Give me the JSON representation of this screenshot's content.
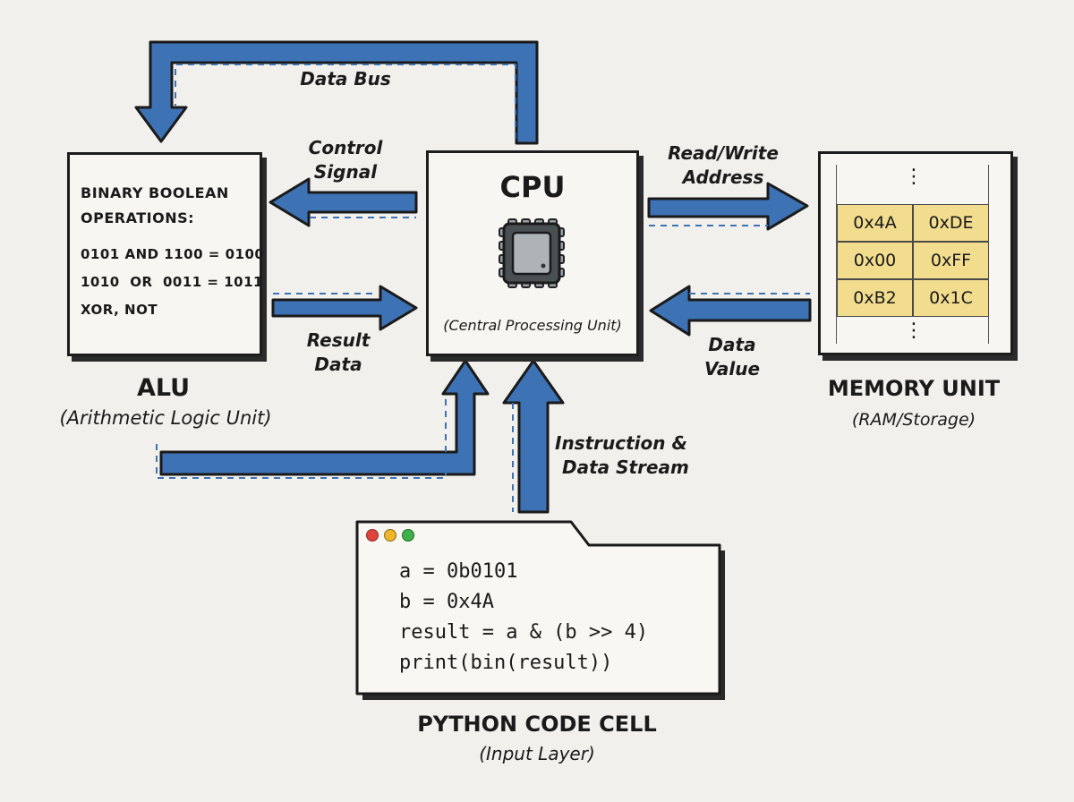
{
  "cpu": {
    "title": "CPU",
    "subtitle": "(Central Processing Unit)",
    "icon": "cpu-chip-icon"
  },
  "alu": {
    "heading_lines": [
      "BINARY BOOLEAN",
      "OPERATIONS:"
    ],
    "operations": [
      "0101 AND 1100 = 0100",
      "1010  OR  0011 = 1011",
      "XOR, NOT"
    ],
    "title": "ALU",
    "subtitle": "(Arithmetic Logic Unit)"
  },
  "memory": {
    "cells": [
      [
        "0x4A",
        "0xDE"
      ],
      [
        "0x00",
        "0xFF"
      ],
      [
        "0xB2",
        "0x1C"
      ]
    ],
    "ellipsis": "⋮",
    "title": "MEMORY UNIT",
    "subtitle": "(RAM/Storage)"
  },
  "code_cell": {
    "window_dots": [
      "#e0443e",
      "#f1b52a",
      "#3fb04a"
    ],
    "lines": [
      "a = 0b0101",
      "b = 0x4A",
      "result = a & (b >> 4)",
      "print(bin(result))"
    ],
    "title": "PYTHON CODE CELL",
    "subtitle": "(Input Layer)"
  },
  "connections": {
    "data_bus": "Data Bus",
    "control_signal": [
      "Control",
      "Signal"
    ],
    "result_data": [
      "Result",
      "Data"
    ],
    "read_write_address": [
      "Read/Write",
      "Address"
    ],
    "data_value": [
      "Data",
      "Value"
    ],
    "instruction_stream": [
      "Instruction &",
      "Data Stream"
    ]
  },
  "colors": {
    "arrow_fill": "#3d72b4",
    "arrow_outline": "#1a1a1a",
    "memory_cell": "#f2dc8e",
    "background": "#f1f0ed"
  }
}
